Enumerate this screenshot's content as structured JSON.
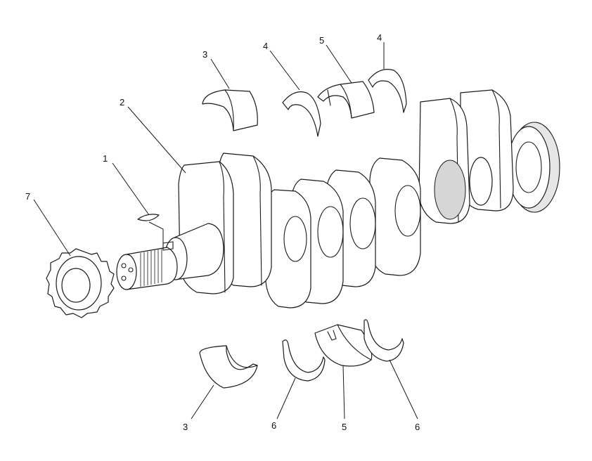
{
  "figure": {
    "background": "#ffffff",
    "line_color": "#1a1a1a"
  },
  "callouts": {
    "key": "1",
    "crankshaft": "2",
    "main_bearing_upper_front": "3",
    "thrust_washer_upper_left": "4",
    "main_bearing_upper_center": "5",
    "thrust_washer_upper_right": "4",
    "main_bearing_lower_front": "3",
    "thrust_washer_lower_left": "6",
    "main_bearing_lower_center": "5",
    "thrust_washer_lower_right": "6",
    "gear": "7"
  }
}
